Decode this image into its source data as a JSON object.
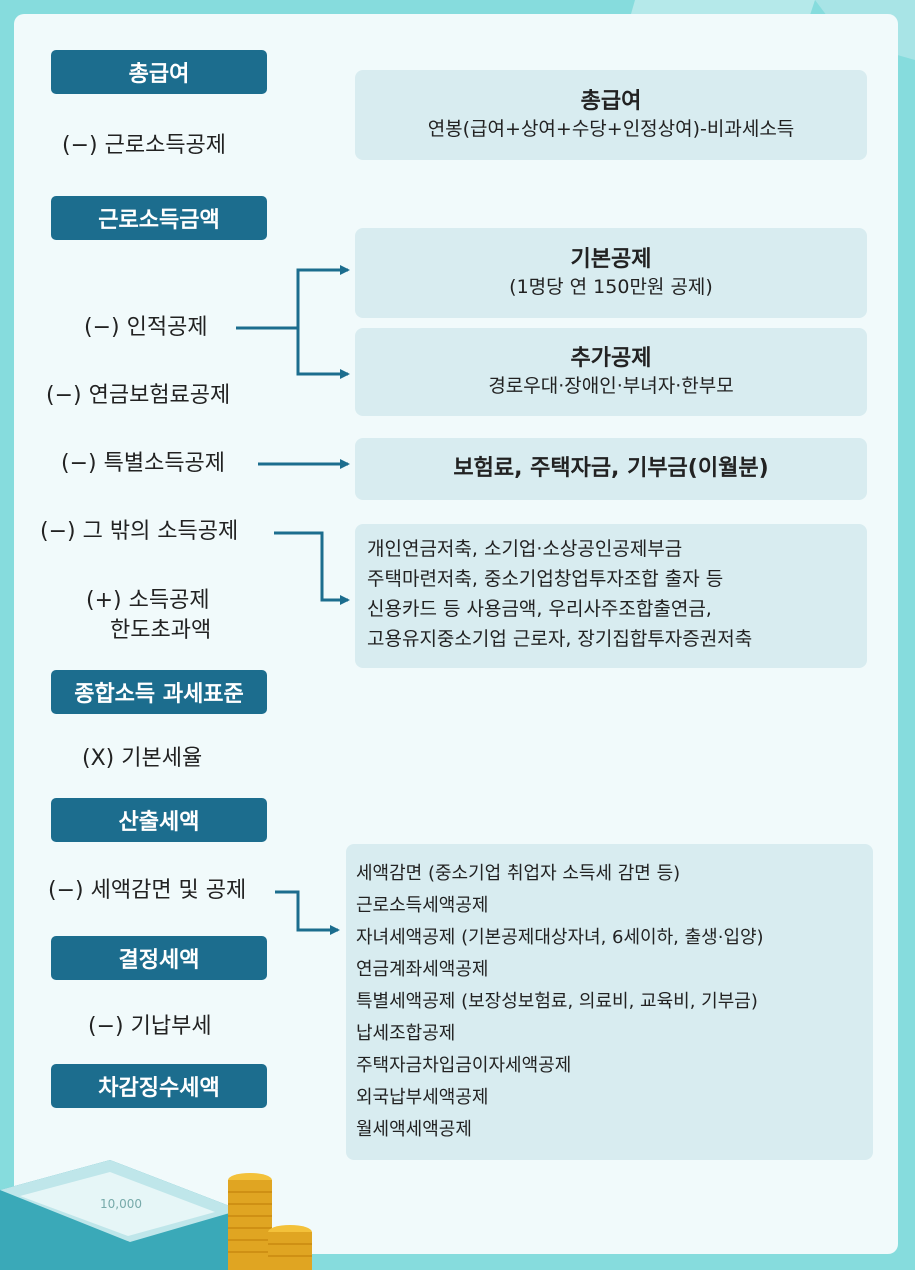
{
  "flow": {
    "gross_pay": "총급여",
    "earned_income_deduction": "(−) 근로소득공제",
    "earned_income_amount": "근로소득금액",
    "personal_deduction": "(−) 인적공제",
    "pension_insurance_deduction": "(−) 연금보험료공제",
    "special_income_deduction": "(−) 특별소득공제",
    "other_income_deduction": "(−) 그 밖의 소득공제",
    "deduction_limit_excess_line1": "(+) 소득공제",
    "deduction_limit_excess_line2": "한도초과액",
    "tax_base": "종합소득 과세표준",
    "basic_tax_rate": "(X) 기본세율",
    "calculated_tax": "산출세액",
    "tax_reduction_credit": "(−) 세액감면 및 공제",
    "determined_tax": "결정세액",
    "prepaid_tax": "(−) 기납부세",
    "balance_tax": "차감징수세액"
  },
  "boxes": {
    "gross_pay": {
      "title": "총급여",
      "desc": "연봉(급여+상여+수당+인정상여)-비과세소득"
    },
    "basic_deduction": {
      "title": "기본공제",
      "desc": "(1명당 연 150만원 공제)"
    },
    "additional_deduction": {
      "title": "추가공제",
      "desc": "경로우대·장애인·부녀자·한부모"
    },
    "special_deduction": {
      "title": "보험료, 주택자금, 기부금(이월분)"
    },
    "other_deductions": [
      "개인연금저축, 소기업·소상공인공제부금",
      "주택마련저축, 중소기업창업투자조합 출자 등",
      "신용카드 등 사용금액, 우리사주조합출연금,",
      "고용유지중소기업 근로자, 장기집합투자증권저축"
    ],
    "tax_credits": [
      "세액감면 (중소기업 취업자 소득세 감면 등)",
      "근로소득세액공제",
      "자녀세액공제 (기본공제대상자녀, 6세이하, 출생·입양)",
      "연금계좌세액공제",
      "특별세액공제 (보장성보험료, 의료비, 교육비, 기부금)",
      "납세조합공제",
      "주택자금차입금이자세액공제",
      "외국납부세액공제",
      "월세액세액공제"
    ]
  },
  "decor": {
    "banknote_text": "10,000"
  },
  "colors": {
    "pill": "#1c6d8e",
    "box": "#d8ecf0",
    "arrow": "#1c6d8e",
    "background": "#86dcdd"
  }
}
